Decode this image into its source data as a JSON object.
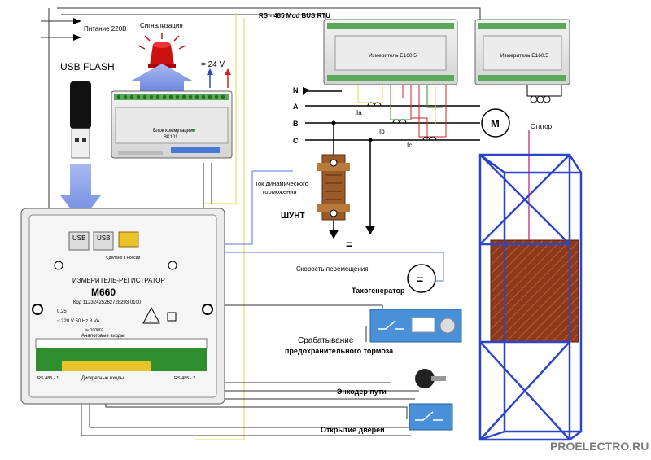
{
  "labels": {
    "power": "Питание 220В",
    "alarm": "Сигнализация",
    "usb_flash": "USB FLASH",
    "voltage_24": "= 24 V",
    "bus": "RS - 485 Mod BUS RTU",
    "meter_1": "Измеритель Е160.5",
    "meter_2": "Измеритель Е160.5",
    "phase_n": "N",
    "phase_a": "A",
    "phase_b": "B",
    "phase_c": "C",
    "current_a": "Ia",
    "current_b": "Ib",
    "current_c": "Ic",
    "motor": "M",
    "stator": "Статор",
    "switch_block_line1": "Блок коммутации",
    "switch_block_line2": "ВК101",
    "brake_current_line1": "Ток динамического",
    "brake_current_line2": "торможения",
    "shunt": "ШУНТ",
    "dc_symbol": "=",
    "speed": "Скорость перемещения",
    "tachogen_symbol": "=",
    "tachogen": "Тахогенератор",
    "usb_1": "USB",
    "usb_2": "USB",
    "made_in": "Сделано в России",
    "recorder_title": "ИЗМЕРИТЕЛЬ-РЕГИСТРАТОР",
    "model": "М660",
    "code": "Код 11232425262728293 0100",
    "rating": "~ 220 V  50 Hz  8 VA",
    "ip": "0.25",
    "serial": "№ 100002",
    "analog_inputs": "Аналоговые входы",
    "discrete_inputs": "Дискретные входы",
    "rs485_1": "RS 485 - 1",
    "rs485_2": "RS 485 - 2",
    "brake_trigger_line1": "Срабатывание",
    "brake_trigger_line2": "предохранительного тормоза",
    "encoder": "Энкодер пути",
    "door_open": "Открытие дверей",
    "watermark": "PROELECTRO.RU"
  },
  "colors": {
    "accent_blue": "#5577dd",
    "wire_yellow": "#e8d44a",
    "wire_green": "#2a9a2a",
    "wire_red": "#d22020",
    "shaft_frame": "#2d45c8",
    "shaft_car": "#8c3a1c",
    "terminal_green": "#2f8f2f",
    "terminal_yellow": "#e8c42a"
  },
  "icons": {
    "alarm": "alarm-beacon-icon",
    "usb_flash": "usb-flash-drive-icon",
    "motor": "motor-icon",
    "stator": "stator-coil-icon",
    "shunt": "shunt-resistor-icon",
    "tachogen": "tachogenerator-icon",
    "brake_sensor": "brake-sensor-icon",
    "encoder": "encoder-icon",
    "door_switch": "door-switch-icon",
    "elevator_shaft": "elevator-shaft-icon",
    "hazard": "hazard-triangle-icon"
  }
}
